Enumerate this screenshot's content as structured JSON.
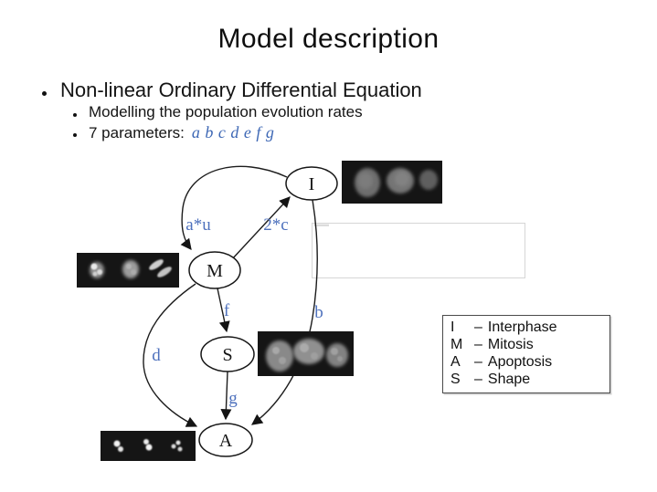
{
  "slide": {
    "title": "Model description",
    "bullets": [
      {
        "level": 1,
        "text": "Non-linear Ordinary Differential Equation"
      },
      {
        "level": 2,
        "text": "Modelling the population evolution rates"
      },
      {
        "level": 2,
        "text": "7 parameters:",
        "parameters": "a b c d e f g"
      }
    ]
  },
  "diagram": {
    "nodes": [
      {
        "id": "I",
        "label": "I"
      },
      {
        "id": "M",
        "label": "M"
      },
      {
        "id": "S",
        "label": "S"
      },
      {
        "id": "A",
        "label": "A"
      }
    ],
    "edges": [
      {
        "from": "I",
        "to": "M",
        "label": "a*u"
      },
      {
        "from": "M",
        "to": "I",
        "label": "2*c"
      },
      {
        "from": "M",
        "to": "S",
        "label": "f"
      },
      {
        "from": "S",
        "to": "A",
        "label": "g"
      },
      {
        "from": "M",
        "to": "A",
        "label": "d"
      },
      {
        "from": "I",
        "to": "A",
        "label": "b"
      }
    ],
    "images": [
      "interphase-micrograph",
      "mitosis-micrograph",
      "shape-micrograph",
      "apoptosis-micrograph"
    ]
  },
  "legend": {
    "separator": "–",
    "items": [
      {
        "key": "I",
        "name": "Interphase"
      },
      {
        "key": "M",
        "name": "Mitosis"
      },
      {
        "key": "A",
        "name": "Apoptosis"
      },
      {
        "key": "S",
        "name": "Shape"
      }
    ]
  },
  "colors": {
    "parameter_blue": "#3e68b5",
    "edge_label_blue": "#4e71bd",
    "text": "#111111",
    "micrograph_background": "#151515",
    "placeholder_border": "#d6d6d6"
  }
}
